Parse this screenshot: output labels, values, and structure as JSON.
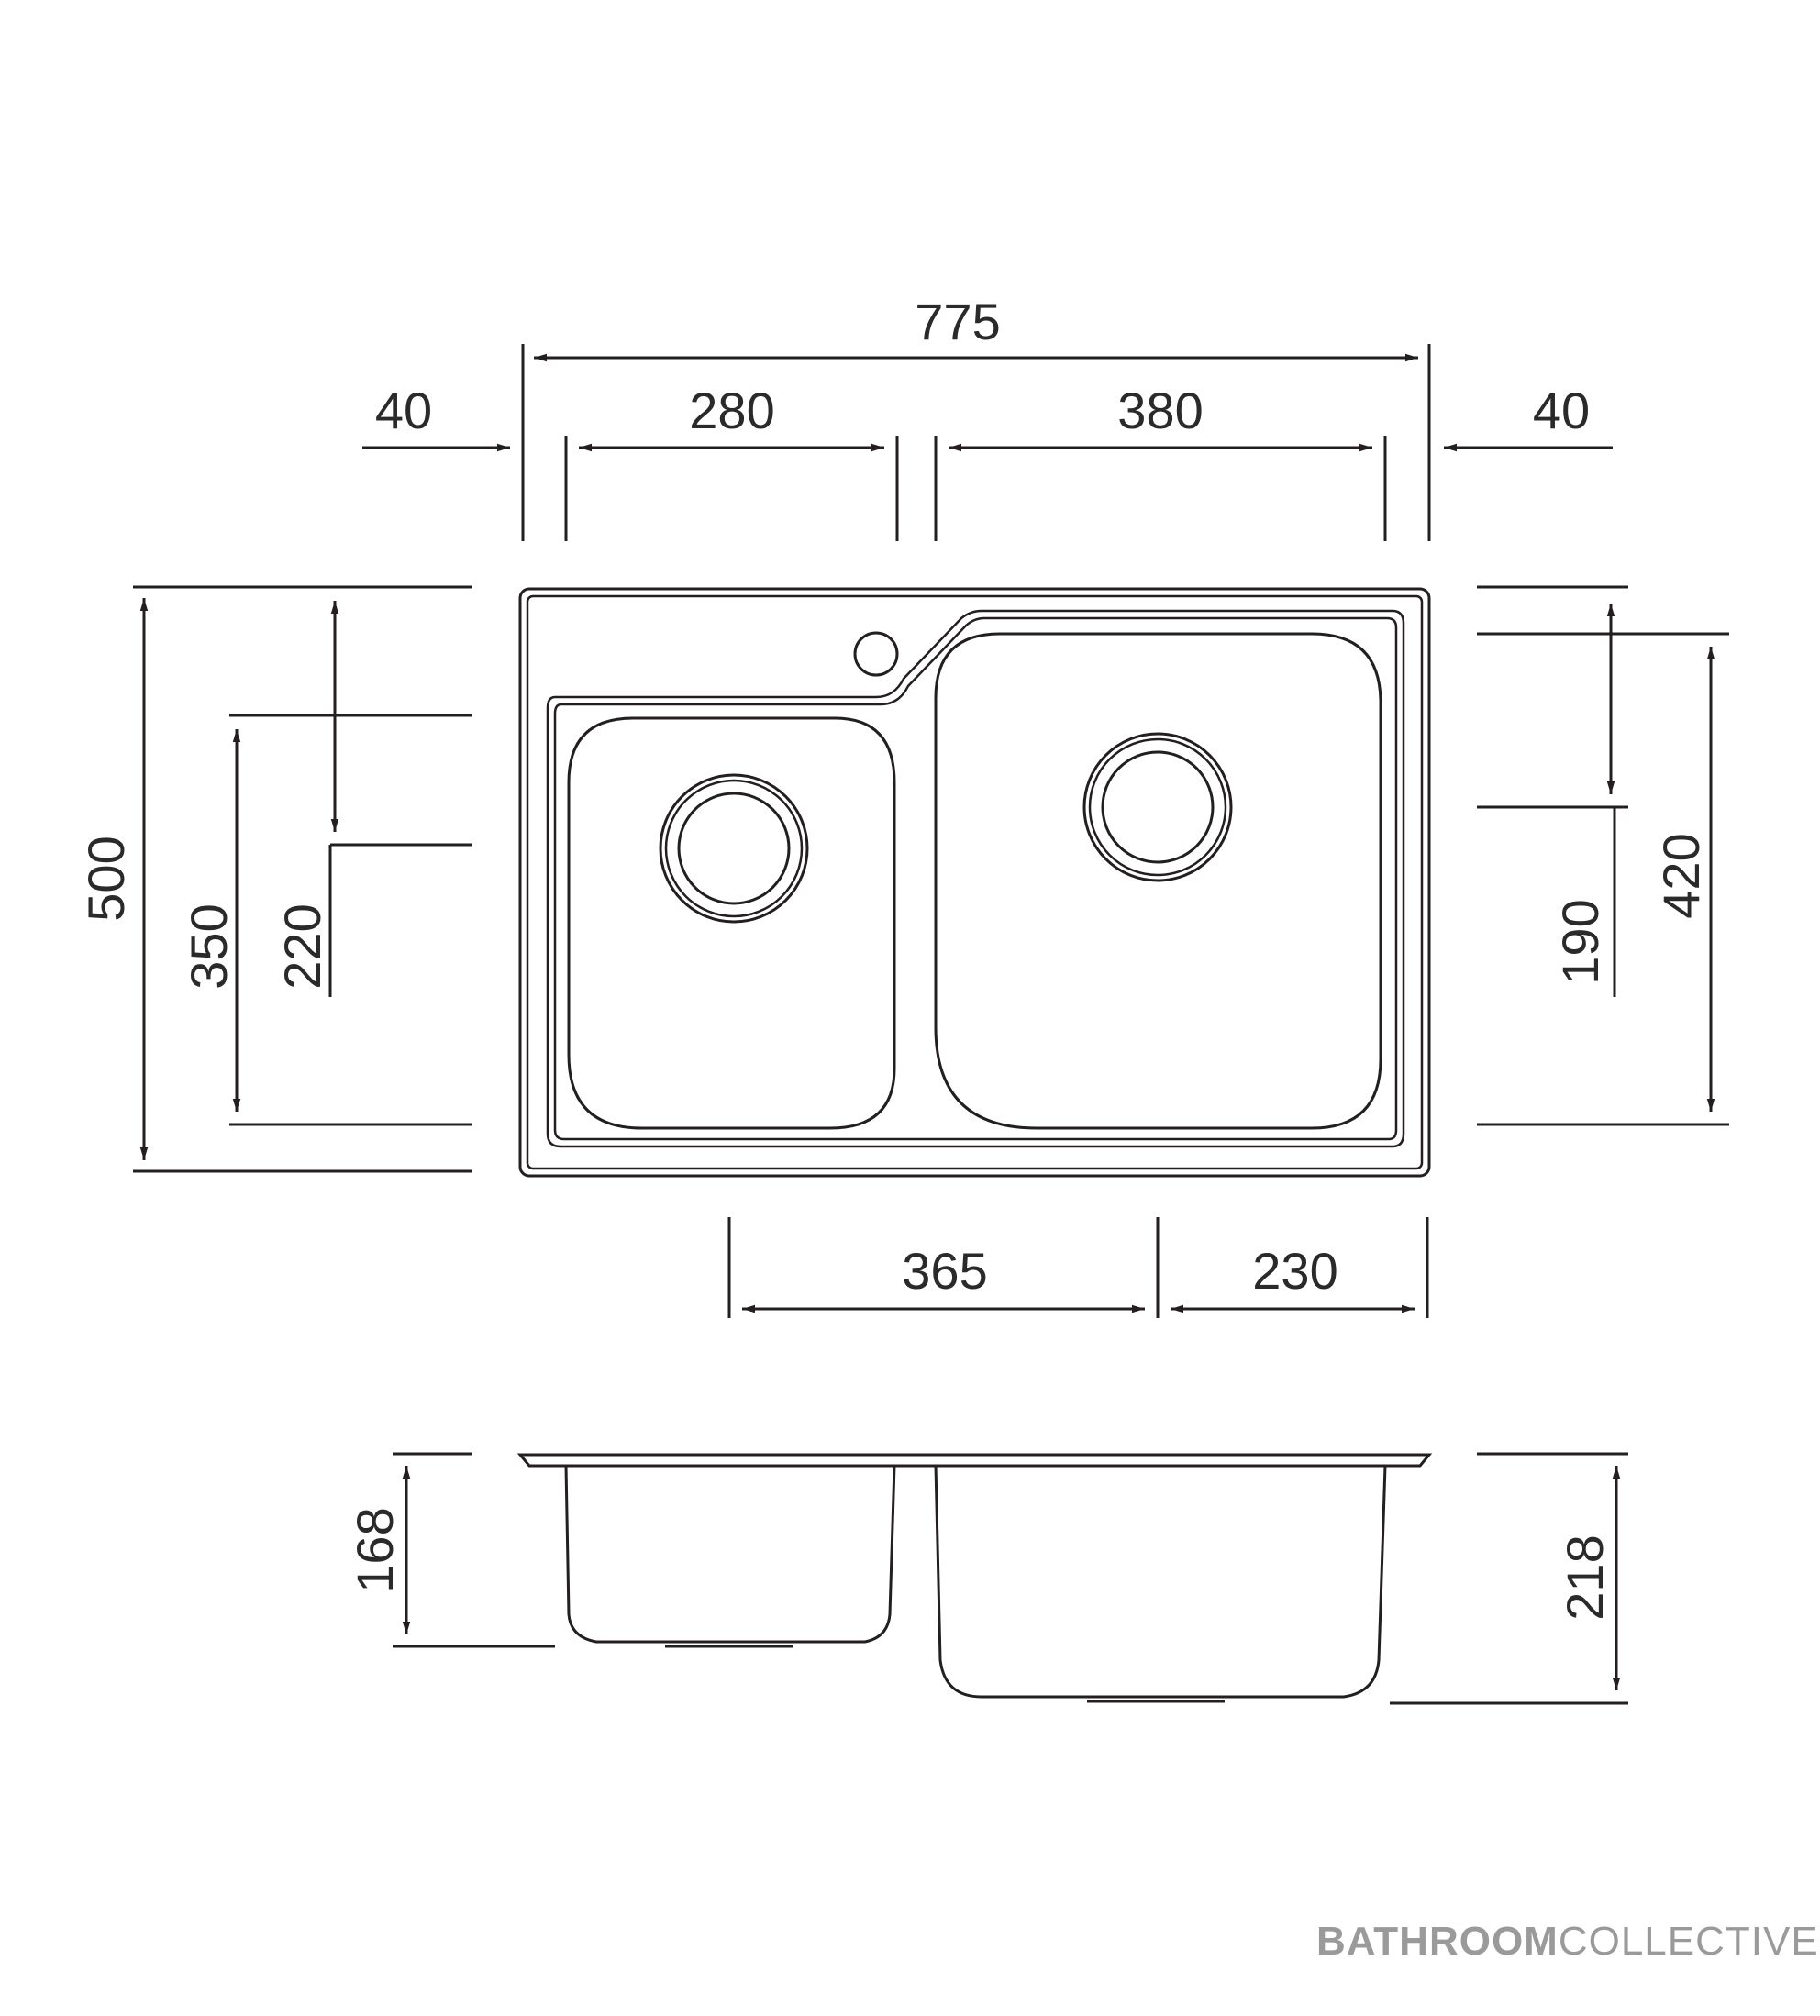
{
  "plan_view": {
    "overall_width": "775",
    "left_margin": "40",
    "left_bowl_width": "280",
    "right_bowl_width": "380",
    "right_margin": "40",
    "overall_depth": "500",
    "left_bowl_depth": "350",
    "left_tap_offset": "220",
    "right_tap_offset": "190",
    "right_bowl_depth": "420",
    "left_drain_offset": "365",
    "right_drain_offset": "230"
  },
  "side_view": {
    "left_bowl_height": "168",
    "right_bowl_height": "218"
  },
  "brand": {
    "bold": "BATHROOM",
    "light": "COLLECTIVE",
    "color": "#9a9a9a"
  }
}
